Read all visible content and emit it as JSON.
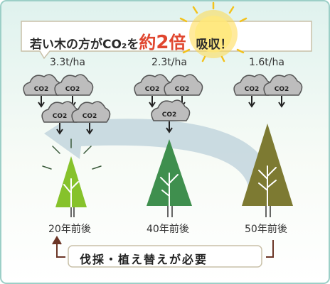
{
  "title": {
    "prefix": "若い木の方がCO₂を",
    "highlight": "約",
    "number": "2",
    "highlight2": "倍",
    "suffix": "吸収！"
  },
  "trees": [
    {
      "rate": "3.3t/ha",
      "age": "20年前後",
      "color": "#86c22b"
    },
    {
      "rate": "2.3t/ha",
      "age": "40年前後",
      "color": "#3f8f4e"
    },
    {
      "rate": "1.6t/ha",
      "age": "50年前後",
      "color": "#7d7a32"
    }
  ],
  "cloud_label": "CO2",
  "bottom_label": "伐採・植え替えが必要",
  "colors": {
    "arrow": "#c5d7df",
    "burst": "#f3c21c",
    "accent": "#e0462f",
    "bracket": "#6b3526"
  }
}
